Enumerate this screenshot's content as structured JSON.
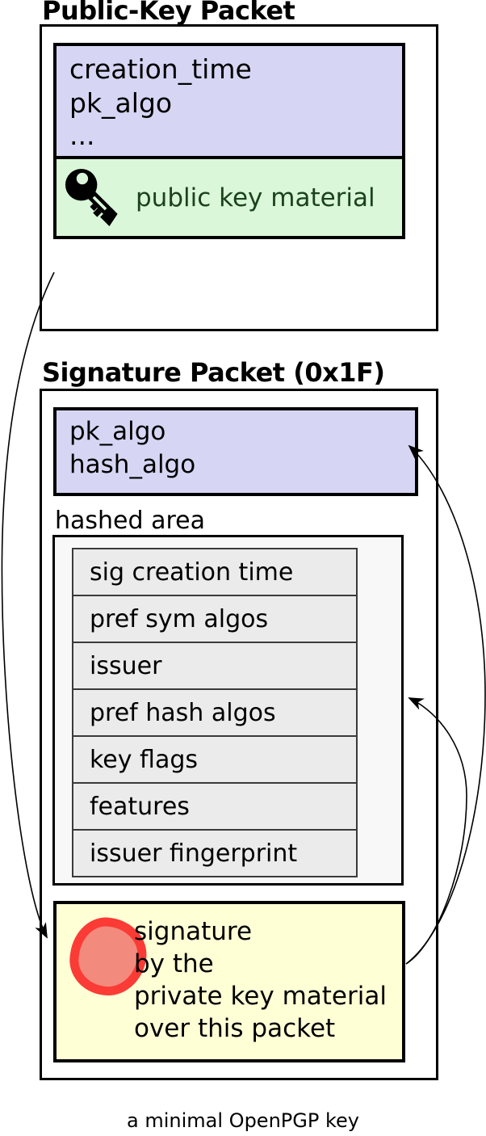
{
  "public_key_packet": {
    "title": "Public-Key Packet",
    "header_fields": [
      "creation_time",
      "pk_algo",
      "..."
    ],
    "material_label": "public key material"
  },
  "signature_packet": {
    "title": "Signature Packet (0x1F)",
    "header_fields": [
      "pk_algo",
      "hash_algo"
    ],
    "hashed_area_label": "hashed area",
    "hashed_subpackets": [
      "sig creation time",
      "pref sym algos",
      "issuer",
      "pref hash algos",
      "key flags",
      "features",
      "issuer fingerprint"
    ],
    "signature_caption_lines": [
      "signature",
      "by the",
      "private key material",
      "over this packet"
    ]
  },
  "caption": "a minimal OpenPGP key",
  "icons": {
    "key": "key-icon",
    "seal": "wax-seal-icon",
    "arrows": [
      "arrow-publickey-to-seal",
      "arrow-signature-to-pkalgo-box",
      "arrow-signature-to-hashed-area"
    ]
  },
  "colors": {
    "lavender": "#d6d6f4",
    "green": "#daf7da",
    "green_text": "#1c431c",
    "yellow": "#ffffd6",
    "seal_fill": "#f28a7e",
    "seal_ring": "#fb3b35",
    "hashed_bg": "#f8f8f8",
    "row_bg": "#ebebeb"
  }
}
